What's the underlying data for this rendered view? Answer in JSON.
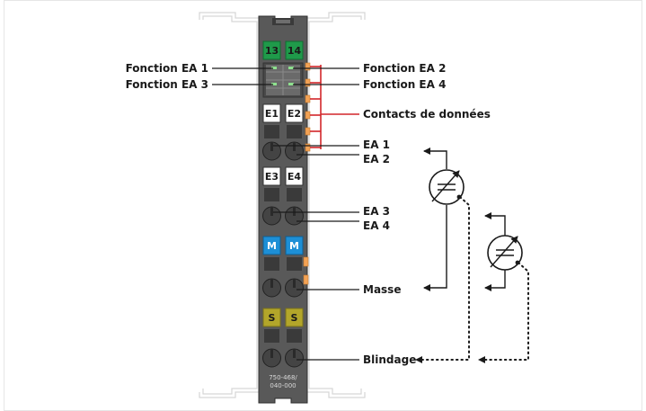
{
  "module": {
    "part_number_line1": "750-468/",
    "part_number_line2": "040-000",
    "top_terminals": [
      "13",
      "14"
    ],
    "row1_terminals": [
      "E1",
      "E2"
    ],
    "row2_terminals": [
      "E3",
      "E4"
    ],
    "row3_terminals": [
      "M",
      "M"
    ],
    "row4_terminals": [
      "S",
      "S"
    ]
  },
  "labels": {
    "fonction_ea1": "Fonction EA 1",
    "fonction_ea2": "Fonction EA 2",
    "fonction_ea3": "Fonction EA 3",
    "fonction_ea4": "Fonction EA 4",
    "contacts": "Contacts de données",
    "ea1": "EA 1",
    "ea2": "EA 2",
    "ea3": "EA 3",
    "ea4": "EA 4",
    "masse": "Masse",
    "blindage": "Blindage"
  },
  "colors": {
    "module_body": "#595959",
    "terminal_green": "#1f9a4a",
    "terminal_blue": "#1d8fd6",
    "terminal_olive": "#b3a62a",
    "terminal_white": "#ffffff",
    "data_contact_orange": "#f2a255",
    "data_line_red": "#d2262a",
    "wire": "#1a1a1a"
  },
  "icons": [
    "sensor-variable-resistor-icon"
  ]
}
